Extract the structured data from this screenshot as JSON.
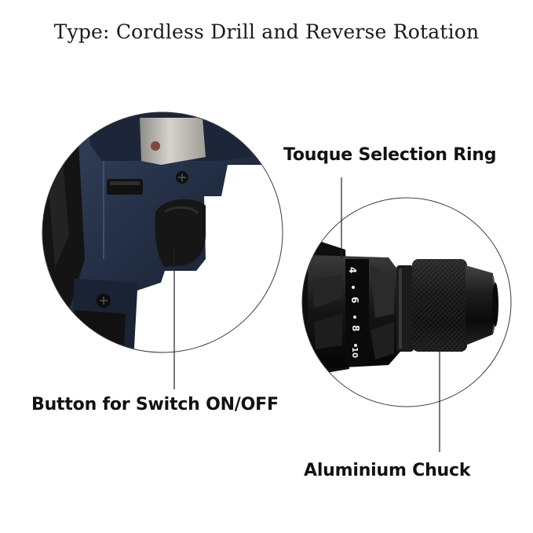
{
  "title": "Type: Cordless Drill and Reverse Rotation",
  "labels": {
    "torque_ring": "Touque Selection Ring",
    "switch_button": "Button for Switch ON/OFF",
    "chuck": "Aluminium Chuck"
  },
  "torque_scale": [
    "4",
    "6",
    "8",
    "10"
  ],
  "colors": {
    "drill_body": "#1f2a3d",
    "drill_body_light": "#2f3d57",
    "grip_black": "#1a1a1a",
    "metal_silver": "#b9b6b1",
    "chuck_black": "#141414",
    "callout_line": "#222222"
  }
}
